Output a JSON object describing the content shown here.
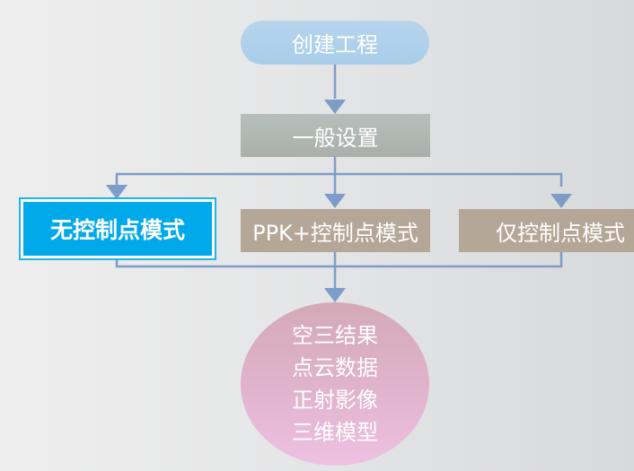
{
  "diagram": {
    "type": "flowchart",
    "nodes": {
      "start": {
        "label": "创建工程"
      },
      "general_settings": {
        "label": "一般设置"
      },
      "mode_no_control": {
        "label": "无控制点模式",
        "highlighted": true
      },
      "mode_ppk_control": {
        "label": "PPK+控制点模式"
      },
      "mode_control_only": {
        "label": "仅控制点模式"
      },
      "results": {
        "lines": [
          "空三结果",
          "点云数据",
          "正射影像",
          "三维模型"
        ]
      }
    },
    "edges": [
      {
        "from": "start",
        "to": "general_settings"
      },
      {
        "from": "general_settings",
        "to": "mode_no_control"
      },
      {
        "from": "general_settings",
        "to": "mode_ppk_control"
      },
      {
        "from": "general_settings",
        "to": "mode_control_only"
      },
      {
        "from": "mode_no_control",
        "to": "results"
      },
      {
        "from": "mode_ppk_control",
        "to": "results"
      },
      {
        "from": "mode_control_only",
        "to": "results"
      }
    ],
    "colors": {
      "connector": "#7d9cc8",
      "start": "#aed0eb",
      "general": "#afb6b2",
      "highlight": "#00a9ea",
      "mode": "#b5a797",
      "results": "#e2b5d0"
    }
  }
}
